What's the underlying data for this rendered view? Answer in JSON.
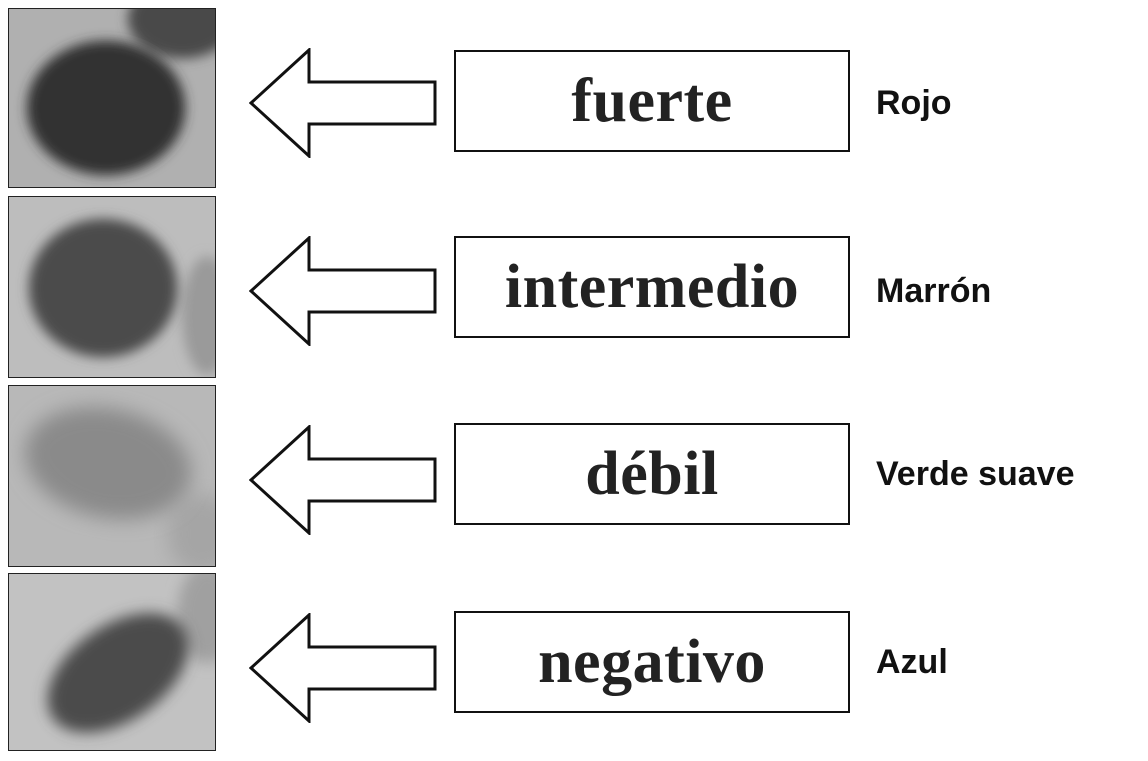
{
  "rows": [
    {
      "intensity": "fuerte",
      "color_name": "Rojo",
      "nucleus_tone": "#333333",
      "background_tone": "#b0b0b0",
      "neighbor_tone": "#4a4a4a"
    },
    {
      "intensity": "intermedio",
      "color_name": "Marrón",
      "nucleus_tone": "#4b4b4b",
      "background_tone": "#bdbdbd",
      "neighbor_tone": "#9a9a9a"
    },
    {
      "intensity": "débil",
      "color_name": "Verde suave",
      "nucleus_tone": "#8a8a8a",
      "background_tone": "#b8b8b8",
      "neighbor_tone": "#a5a5a5"
    },
    {
      "intensity": "negativo",
      "color_name": "Azul",
      "nucleus_tone": "#4c4c4c",
      "background_tone": "#c2c2c2",
      "neighbor_tone": "#a0a0a0"
    }
  ]
}
